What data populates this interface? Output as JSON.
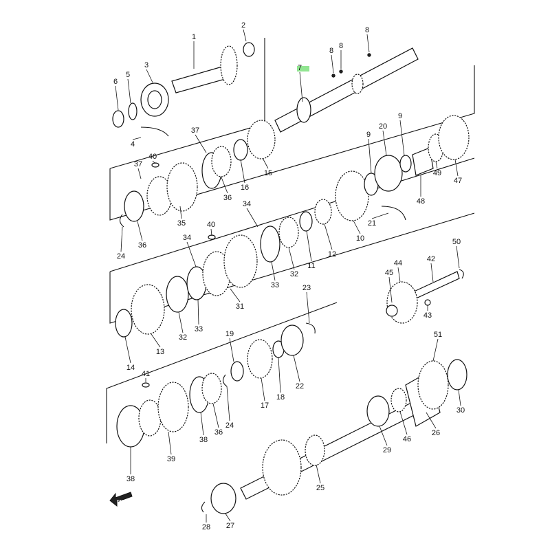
{
  "diagram": {
    "highlight_color": "#7ee07e",
    "ink_color": "#111111",
    "fwd_label": "FWD",
    "labels": [
      {
        "id": "p1",
        "text": "1"
      },
      {
        "id": "p2",
        "text": "2"
      },
      {
        "id": "p3",
        "text": "3"
      },
      {
        "id": "p4",
        "text": "4"
      },
      {
        "id": "p5",
        "text": "5"
      },
      {
        "id": "p6",
        "text": "6"
      },
      {
        "id": "p7",
        "text": "7"
      },
      {
        "id": "p8a",
        "text": "8"
      },
      {
        "id": "p8b",
        "text": "8"
      },
      {
        "id": "p8c",
        "text": "8"
      },
      {
        "id": "p37a",
        "text": "37"
      },
      {
        "id": "p37b",
        "text": "37"
      },
      {
        "id": "p40a",
        "text": "40"
      },
      {
        "id": "p35",
        "text": "35"
      },
      {
        "id": "p36a",
        "text": "36"
      },
      {
        "id": "p16",
        "text": "16"
      },
      {
        "id": "p15",
        "text": "15"
      },
      {
        "id": "p24a",
        "text": "24"
      },
      {
        "id": "p36b",
        "text": "36"
      },
      {
        "id": "p9a",
        "text": "9"
      },
      {
        "id": "p20",
        "text": "20"
      },
      {
        "id": "p9b",
        "text": "9"
      },
      {
        "id": "p49",
        "text": "49"
      },
      {
        "id": "p47",
        "text": "47"
      },
      {
        "id": "p48",
        "text": "48"
      },
      {
        "id": "p21",
        "text": "21"
      },
      {
        "id": "p10",
        "text": "10"
      },
      {
        "id": "p34a",
        "text": "34"
      },
      {
        "id": "p40b",
        "text": "40"
      },
      {
        "id": "p34b",
        "text": "34"
      },
      {
        "id": "p32a",
        "text": "32"
      },
      {
        "id": "p11",
        "text": "11"
      },
      {
        "id": "p12",
        "text": "12"
      },
      {
        "id": "p33a",
        "text": "33"
      },
      {
        "id": "p31",
        "text": "31"
      },
      {
        "id": "p32b",
        "text": "32"
      },
      {
        "id": "p33b",
        "text": "33"
      },
      {
        "id": "p13",
        "text": "13"
      },
      {
        "id": "p14",
        "text": "14"
      },
      {
        "id": "p50",
        "text": "50"
      },
      {
        "id": "p44",
        "text": "44"
      },
      {
        "id": "p42",
        "text": "42"
      },
      {
        "id": "p45",
        "text": "45"
      },
      {
        "id": "p43",
        "text": "43"
      },
      {
        "id": "p23",
        "text": "23"
      },
      {
        "id": "p19",
        "text": "19"
      },
      {
        "id": "p17",
        "text": "17"
      },
      {
        "id": "p18",
        "text": "18"
      },
      {
        "id": "p22",
        "text": "22"
      },
      {
        "id": "p41",
        "text": "41"
      },
      {
        "id": "p36c",
        "text": "36"
      },
      {
        "id": "p24b",
        "text": "24"
      },
      {
        "id": "p38a",
        "text": "38"
      },
      {
        "id": "p39",
        "text": "39"
      },
      {
        "id": "p38b",
        "text": "38"
      },
      {
        "id": "p51",
        "text": "51"
      },
      {
        "id": "p30",
        "text": "30"
      },
      {
        "id": "p26",
        "text": "26"
      },
      {
        "id": "p46",
        "text": "46"
      },
      {
        "id": "p29",
        "text": "29"
      },
      {
        "id": "p25",
        "text": "25"
      },
      {
        "id": "p28",
        "text": "28"
      },
      {
        "id": "p27",
        "text": "27"
      }
    ]
  }
}
